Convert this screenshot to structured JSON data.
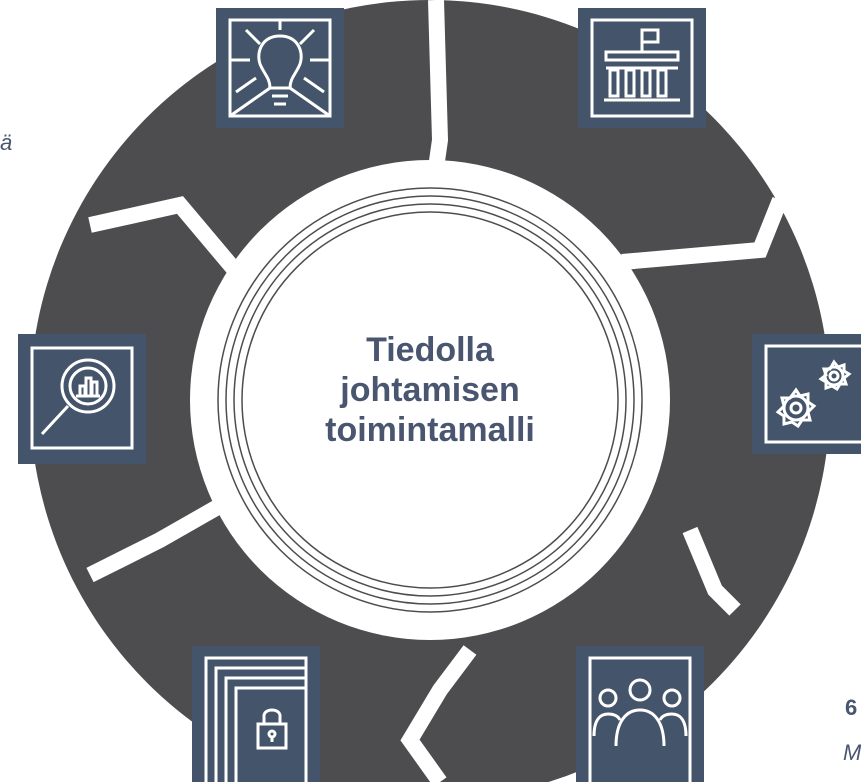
{
  "center": {
    "line1": "Tiedolla",
    "line2": "johtamisen",
    "line3": "toimintamalli"
  },
  "edge_fragments": {
    "left_italic": "ä",
    "right_bold": "6",
    "right_italic": "M"
  },
  "colors": {
    "ring": "#4d4d4f",
    "icon_box": "#44546a",
    "icon_stroke": "#ffffff",
    "title": "#4a5670",
    "circle_line": "#4d4d4f"
  },
  "icons": [
    {
      "name": "lightbulb-icon"
    },
    {
      "name": "government-building-icon"
    },
    {
      "name": "gears-icon"
    },
    {
      "name": "people-group-icon"
    },
    {
      "name": "locked-document-icon"
    },
    {
      "name": "magnifier-chart-icon"
    }
  ]
}
